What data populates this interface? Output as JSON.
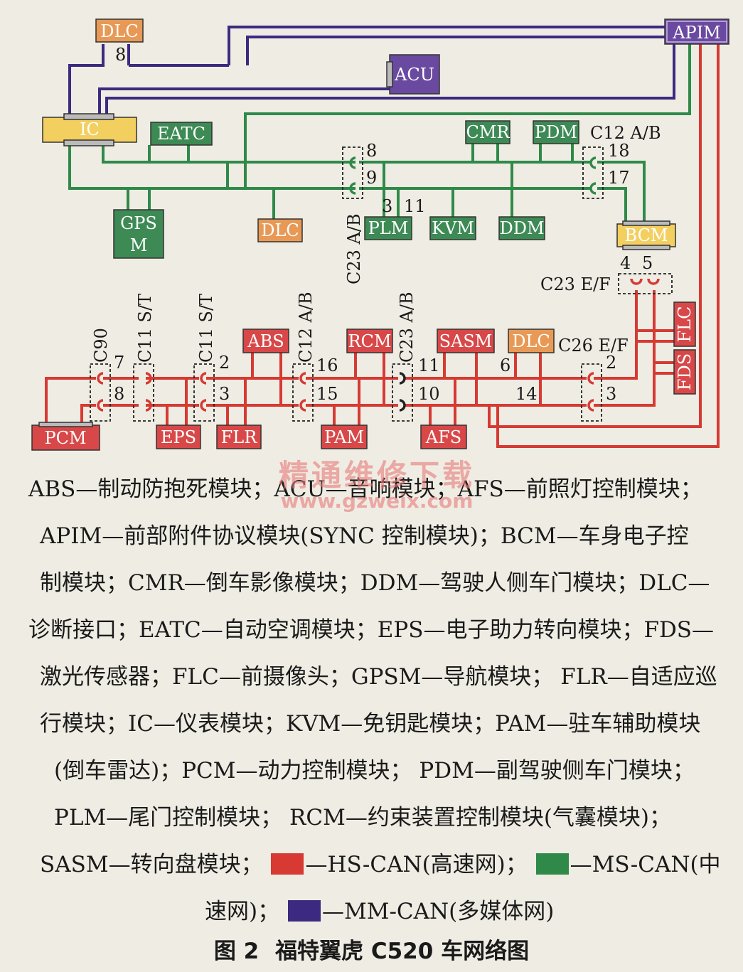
{
  "colors": {
    "hs": "#d63a33",
    "ms": "#2f8a4a",
    "mm": "#3b2a80",
    "module_green": "#3d8a55",
    "module_red": "#d84848",
    "module_orange": "#e89955",
    "module_yellow": "#f3cf60",
    "module_purple": "#6a4aa0"
  },
  "modules": {
    "dlc_top": "DLC",
    "apim": "APIM",
    "acu": "ACU",
    "ic": "IC",
    "eatc": "EATC",
    "cmr": "CMR",
    "pdm": "PDM",
    "gpsm_1": "GPS",
    "gpsm_2": "M",
    "dlc_mid": "DLC",
    "plm": "PLM",
    "kvm": "KVM",
    "ddm": "DDM",
    "bcm": "BCM",
    "flc": "FLC",
    "fds": "FDS",
    "abs": "ABS",
    "rcm": "RCM",
    "sasm": "SASM",
    "dlc_low": "DLC",
    "pcm": "PCM",
    "eps": "EPS",
    "flr": "FLR",
    "pam": "PAM",
    "afs": "AFS"
  },
  "connectors": {
    "c12_top": "C12 A/B",
    "c23_top": "C23 A/B",
    "c23_ef": "C23 E/F",
    "c90": "C90",
    "c11_a": "C11 S/T",
    "c11_b": "C11 S/T",
    "c12_low": "C12 A/B",
    "c23_low": "C23 A/B",
    "c26": "C26 E/F"
  },
  "pins": {
    "p8_dlc": "8",
    "p8_c23": "8",
    "p9_c23": "9",
    "p3_plm": "3",
    "p11_plm": "11",
    "p18": "18",
    "p17": "17",
    "p4": "4",
    "p5": "5",
    "p7_c90": "7",
    "p8_c90": "8",
    "p2_c11": "2",
    "p3_c11": "3",
    "p16": "16",
    "p15": "15",
    "p11_c23": "11",
    "p10_c23": "10",
    "p6": "6",
    "p14": "14",
    "p2_c26": "2",
    "p3_c26": "3"
  },
  "caption": {
    "line1": "ABS—制动防抱死模块；ACU—音响模块；AFS—前照灯控制模块；",
    "line2": "APIM—前部附件协议模块(SYNC 控制模块)；BCM—车身电子控",
    "line3": "制模块；CMR—倒车影像模块；DDM—驾驶人侧车门模块；DLC—",
    "line4": "诊断接口；EATC—自动空调模块；EPS—电子助力转向模块；FDS—",
    "line5": "激光传感器；FLC—前摄像头；GPSM—导航模块； FLR—自适应巡",
    "line6": "行模块；IC—仪表模块；KVM—免钥匙模块；PAM—驻车辅助模块",
    "line7": "(倒车雷达)；PCM—动力控制模块； PDM—副驾驶侧车门模块；",
    "line8": "PLM—尾门控制模块； RCM—约束装置控制模块(气囊模块)；",
    "line9_a": "SASM—转向盘模块；",
    "legend_hs": "—HS-CAN(高速网)；",
    "legend_ms_a": "—MS-CAN(中",
    "legend_ms_b": "速网)；",
    "legend_mm": "—MM-CAN(多媒体网)"
  },
  "figure": {
    "number": "图 2",
    "title": "福特翼虎 C520 车网络图"
  },
  "watermark": {
    "line1": "精通维修下载",
    "line2": "www.gzweix.com"
  }
}
